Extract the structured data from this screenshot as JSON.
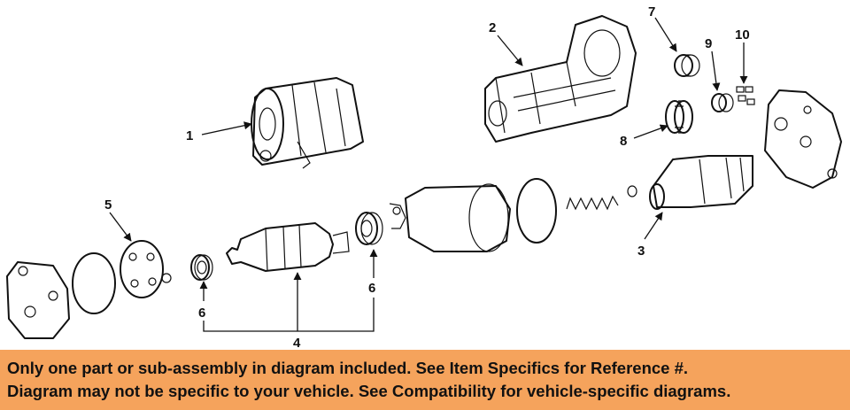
{
  "diagram": {
    "callouts": [
      "1",
      "2",
      "3",
      "4",
      "5",
      "6",
      "6",
      "7",
      "8",
      "9",
      "10"
    ]
  },
  "banner": {
    "line1": "Only one part or sub-assembly in diagram included. See Item Specifics for Reference #.",
    "line2": "Diagram may not be specific to your vehicle. See Compatibility for vehicle-specific diagrams.",
    "background": "#f5a35c"
  }
}
